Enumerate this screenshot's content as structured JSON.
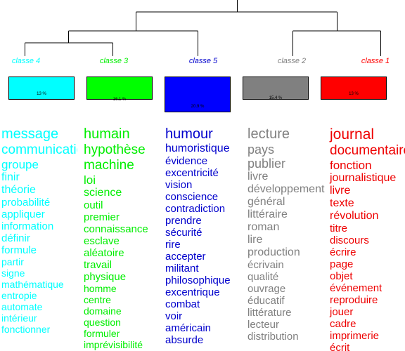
{
  "classes": [
    {
      "name": "classe 4",
      "percent": "13 %",
      "color": "#00ffff",
      "dark": "#00ffff",
      "words": [
        "message",
        "communication",
        "groupe",
        "finir",
        "théorie",
        "probabilité",
        "appliquer",
        "information",
        "définir",
        "formule",
        "partir",
        "signe",
        "mathématique",
        "entropie",
        "automate",
        "intérieur",
        "fonctionner"
      ],
      "sizes": [
        20,
        19,
        17,
        16,
        16,
        15,
        15,
        15,
        15,
        15,
        14,
        14,
        14,
        14,
        14,
        14,
        14
      ]
    },
    {
      "name": "classe 3",
      "percent": "16.1 %",
      "color": "#00ff00",
      "dark": "#00ee00",
      "words": [
        "humain",
        "hypothèse",
        "machine",
        "loi",
        "science",
        "outil",
        "premier",
        "connaissance",
        "esclave",
        "aléatoire",
        "travail",
        "physique",
        "homme",
        "centre",
        "domaine",
        "question",
        "formuler",
        "imprévisibilité"
      ],
      "sizes": [
        20,
        19,
        19,
        17,
        16,
        15,
        15,
        15,
        15,
        15,
        15,
        15,
        14,
        14,
        14,
        14,
        14,
        14
      ]
    },
    {
      "name": "classe 5",
      "percent": "20.9 %",
      "color": "#0000ff",
      "dark": "#0000cc",
      "words": [
        "humour",
        "humoristique",
        "évidence",
        "excentricité",
        "vision",
        "conscience",
        "contradiction",
        "prendre",
        "sécurité",
        "rire",
        "accepter",
        "militant",
        "philosophique",
        "excentrique",
        "combat",
        "voir",
        "américain",
        "absurde"
      ],
      "sizes": [
        20,
        16,
        15,
        15,
        15,
        15,
        15,
        15,
        15,
        15,
        15,
        15,
        15,
        15,
        15,
        15,
        15,
        15
      ]
    },
    {
      "name": "classe 2",
      "percent": "15.4 %",
      "color": "#808080",
      "dark": "#808080",
      "words": [
        "lecture",
        "pays",
        "publier",
        "livre",
        "développement",
        "général",
        "littéraire",
        "roman",
        "lire",
        "production",
        "écrivain",
        "qualité",
        "ouvrage",
        "éducatif",
        "littérature",
        "lecteur",
        "distribution"
      ],
      "sizes": [
        20,
        18,
        18,
        16,
        16,
        16,
        16,
        16,
        16,
        16,
        15,
        15,
        15,
        15,
        15,
        15,
        15
      ]
    },
    {
      "name": "classe 1",
      "percent": "13 %",
      "color": "#ff0000",
      "dark": "#ee0000",
      "words": [
        "journal",
        "documentaire",
        "fonction",
        "journalistique",
        "livre",
        "texte",
        "révolution",
        "titre",
        "discours",
        "écrire",
        "page",
        "objet",
        "événement",
        "reproduire",
        "jouer",
        "cadre",
        "imprimerie",
        "écrit"
      ],
      "sizes": [
        21,
        19,
        17,
        16,
        16,
        16,
        16,
        15,
        15,
        15,
        15,
        15,
        15,
        15,
        15,
        15,
        15,
        15
      ]
    }
  ]
}
